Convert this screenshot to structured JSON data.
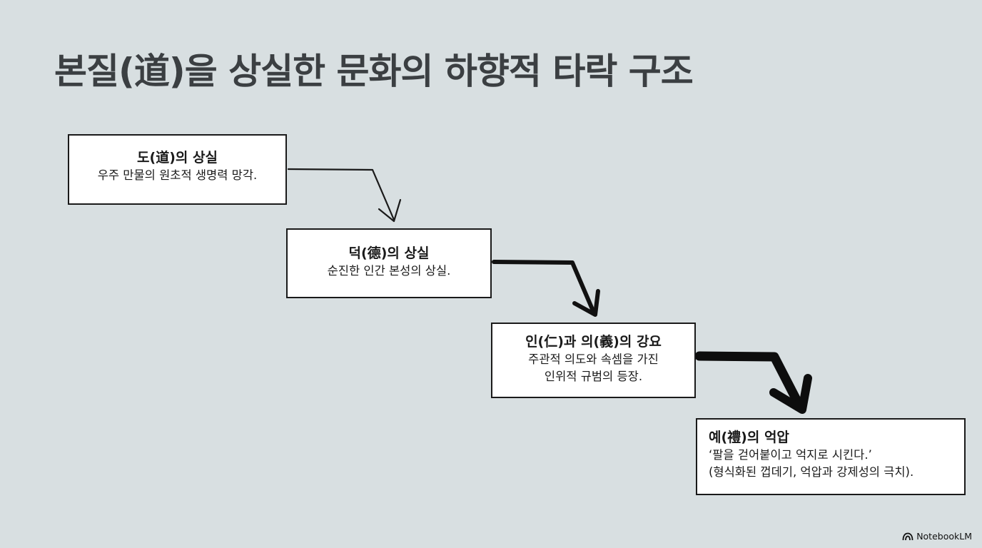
{
  "title": "본질(道)을 상실한 문화의 하향적 타락 구조",
  "steps": [
    {
      "title": "도(道)의 상실",
      "desc": [
        "우주 만물의 원초적 생명력 망각."
      ]
    },
    {
      "title": "덕(德)의 상실",
      "desc": [
        "순진한 인간 본성의 상실."
      ]
    },
    {
      "title": "인(仁)과 의(義)의 강요",
      "desc": [
        "주관적 의도와 속셈을 가진",
        "인위적 규범의 등장."
      ]
    },
    {
      "title": "예(禮)의 억압",
      "desc": [
        "‘팔을 걷어붙이고 억지로 시킨다.’",
        "(형식화된 껍데기, 억압과 강제성의 극치)."
      ]
    }
  ],
  "brand": {
    "name": "NotebookLM"
  },
  "colors": {
    "background": "#d8dfe1",
    "title": "#3b3f42",
    "ink": "#1a1a1a"
  }
}
